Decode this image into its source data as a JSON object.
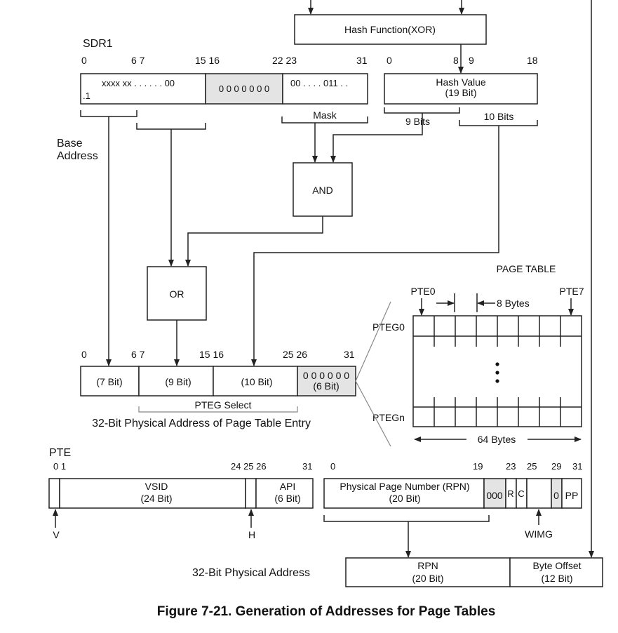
{
  "figure": {
    "caption": "Figure 7-21. Generation of Addresses for Page Tables"
  },
  "hash_function": {
    "label": "Hash Function(XOR)"
  },
  "sdr1": {
    "title": "SDR1",
    "bit_labels": [
      "0",
      "6 7",
      "15 16",
      "22 23",
      "31"
    ],
    "field1_top": "xxxx xx . . . . . . 00",
    "field1_bottom": ".1",
    "field2": "0 0 0 0 0 0 0",
    "field3": "00 . . . . 011 . .",
    "mask_label": "Mask",
    "base_address_label": [
      "Base",
      "Address"
    ]
  },
  "hash_value": {
    "bit_labels": [
      "0",
      "8",
      "9",
      "18"
    ],
    "label": "Hash Value",
    "sub_label": "(19 Bit)",
    "low_bits_label": "9 Bits",
    "high_bits_label": "10 Bits"
  },
  "gates": {
    "and_label": "AND",
    "or_label": "OR"
  },
  "pte_address": {
    "bit_labels": [
      "0",
      "6 7",
      "15 16",
      "25 26",
      "31"
    ],
    "fields": [
      "(7 Bit)",
      "(9 Bit)",
      "(10 Bit)"
    ],
    "last_field_top": "0 0 0 0 0 0",
    "last_field_bottom": "(6 Bit)",
    "pteg_select_label": "PTEG Select",
    "caption": "32-Bit Physical Address of Page Table Entry"
  },
  "page_table": {
    "title": "PAGE TABLE",
    "pte0_label": "PTE0",
    "pte7_label": "PTE7",
    "entry_size_label": "8 Bytes",
    "row_width_label": "64 Bytes",
    "pteg0_label": "PTEG0",
    "ptegn_label": "PTEGn",
    "entries_per_group": 8
  },
  "pte_word0": {
    "title": "PTE",
    "bit_labels": [
      "0 1",
      "24 25 26",
      "31"
    ],
    "vsid_label": "VSID",
    "vsid_sub": "(24 Bit)",
    "api_label": "API",
    "api_sub": "(6 Bit)",
    "v_label": "V",
    "h_label": "H"
  },
  "pte_word1": {
    "bit_labels": [
      "0",
      "19",
      "23",
      "25",
      "29",
      "31"
    ],
    "rpn_label": "Physical Page Number (RPN)",
    "rpn_sub": "(20 Bit)",
    "reserved1": "000",
    "r_label": "R",
    "c_label": "C",
    "reserved2": "0",
    "pp_label": "PP",
    "wimg_label": "WIMG"
  },
  "physical_address": {
    "caption": "32-Bit Physical Address",
    "rpn_label": "RPN",
    "rpn_sub": "(20 Bit)",
    "offset_label": "Byte Offset",
    "offset_sub": "(12 Bit)"
  }
}
